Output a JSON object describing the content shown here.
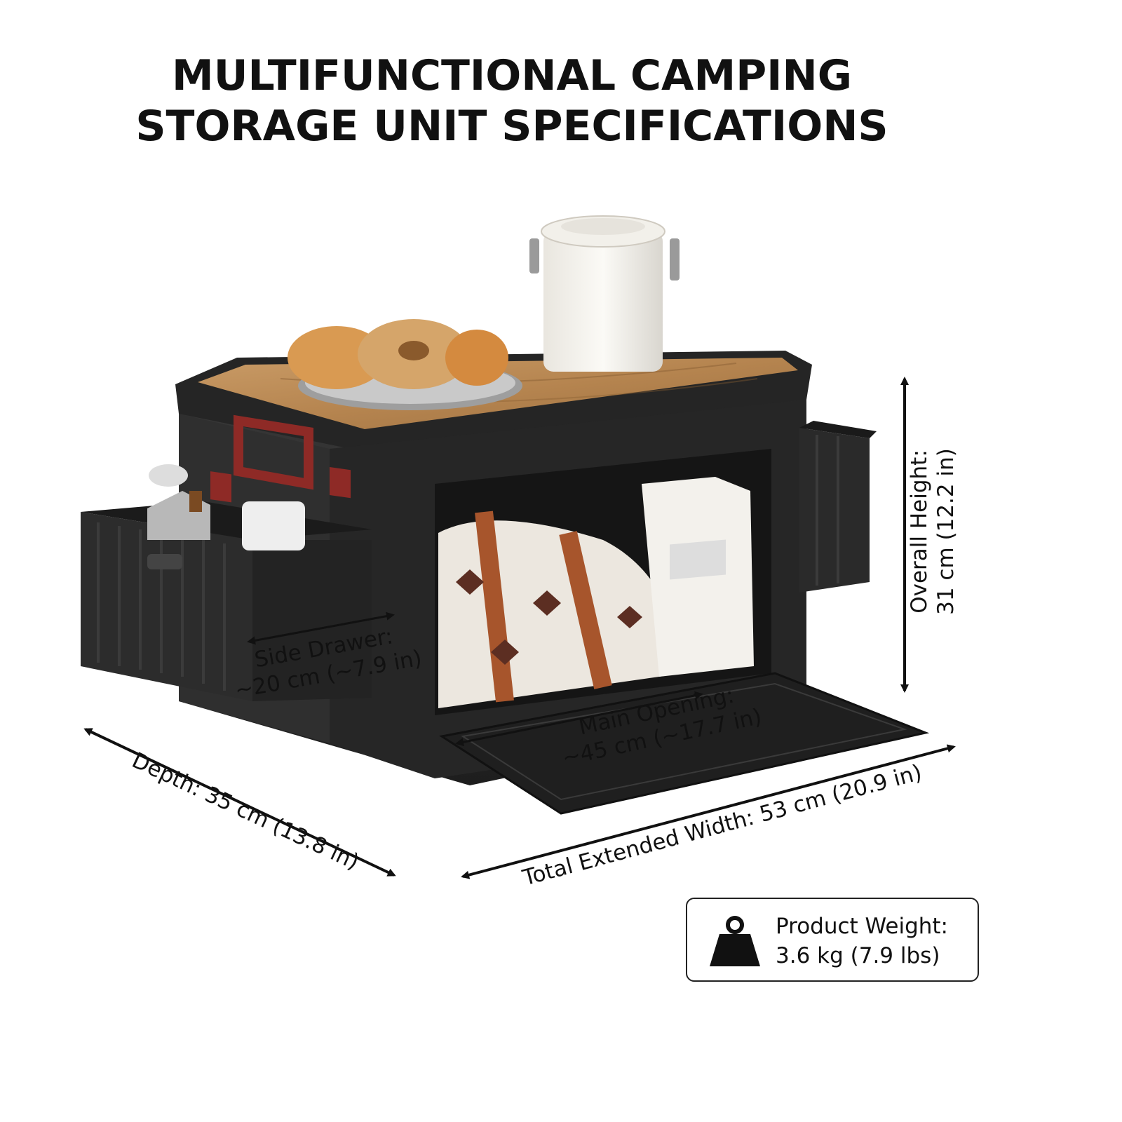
{
  "title": {
    "line1": "MULTIFUNCTIONAL CAMPING",
    "line2": "STORAGE UNIT SPECIFICATIONS"
  },
  "dimensions": {
    "side_drawer": {
      "line1": "Side Drawer:",
      "line2": "~20 cm (~7.9 in)"
    },
    "main_opening": {
      "line1": "Main Opening:",
      "line2": "~45 cm (~17.7 in)"
    },
    "depth": "Depth: 35 cm (13.8 in)",
    "width": "Total Extended Width: 53 cm (20.9 in)",
    "height": {
      "line1": "Overall Height:",
      "line2": "31 cm (12.2 in)"
    }
  },
  "weight": {
    "icon": "weight-icon",
    "line1": "Product Weight:",
    "line2": "3.6 kg (7.9 lbs)"
  },
  "colors": {
    "box": "#2a2a2a",
    "lid_wood": "#b98a57",
    "handle": "#8e2a26",
    "accent_text": "#111111"
  }
}
